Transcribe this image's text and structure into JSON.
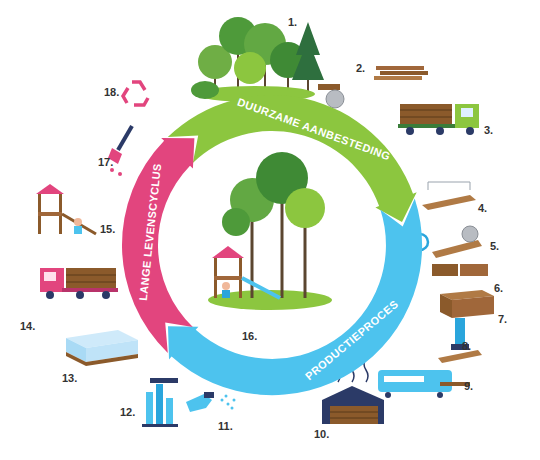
{
  "diagram": {
    "nodes": [
      {
        "text": [
          "DUURZAME AANBESTEDING"
        ]
      },
      {
        "text": [
          "PRODUCTIEPROCES"
        ]
      },
      {
        "text": [
          "LANGE LEVENSCYCLUS"
        ]
      }
    ],
    "labels": [
      "1.",
      "2.",
      "3.",
      "4.",
      "5.",
      "6.",
      "7.",
      "8.",
      "9.",
      "10.",
      "11.",
      "12.",
      "13.",
      "14.",
      "15.",
      "16.",
      "17.",
      "18."
    ]
  }
}
